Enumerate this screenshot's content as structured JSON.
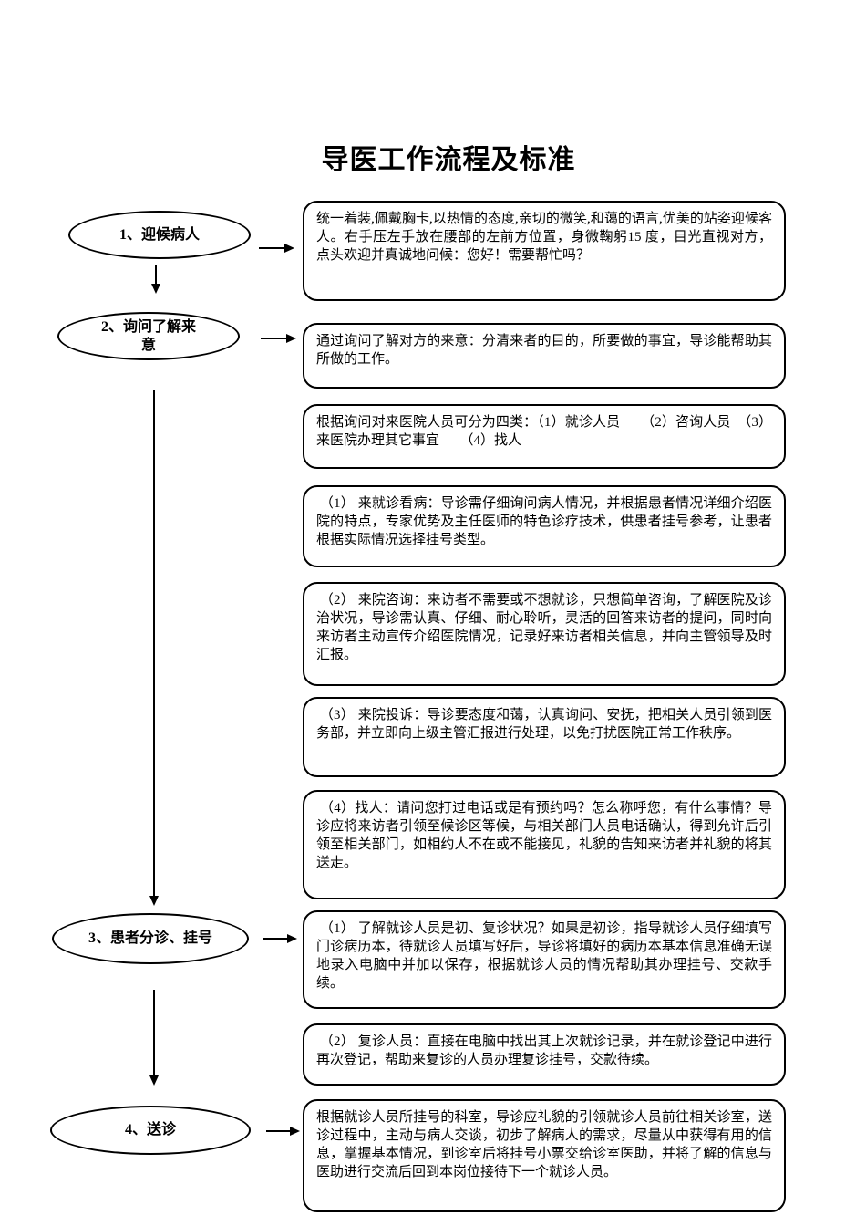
{
  "title": "导医工作流程及标准",
  "colors": {
    "ink": "#000000",
    "paper": "#ffffff"
  },
  "steps": [
    {
      "label": "1、迎候病人"
    },
    {
      "label": "2、询问了解来意"
    },
    {
      "label": "3、患者分诊、挂号"
    },
    {
      "label": "4、送诊"
    }
  ],
  "boxes": [
    {
      "text": "统一着装,佩戴胸卡,以热情的态度,亲切的微笑,和蔼的语言,优美的站姿迎候客人。右手压左手放在腰部的左前方位置，身微鞠躬15 度，目光直视对方， 点头欢迎并真诚地问候：您好！需要帮忙吗？"
    },
    {
      "text": "通过询问了解对方的来意：分清来者的目的，所要做的事宜，导诊能帮助其所做的工作。"
    },
    {
      "text": "根据询问对来医院人员可分为四类：（1）就诊人员　　（2）咨询人员　（3）来医院办理其它事宜　　（4）找人"
    },
    {
      "text": " （1） 来就诊看病：导诊需仔细询问病人情况，并根据患者情况详细介绍医院的特点，专家优势及主任医师的特色诊疗技术，供患者挂号参考，让患者根据实际情况选择挂号类型。"
    },
    {
      "text": " （2） 来院咨询：来访者不需要或不想就诊，只想简单咨询，了解医院及诊治状况，导诊需认真、仔细、耐心聆听，灵活的回答来访者的提问，同时向来访者主动宣传介绍医院情况，记录好来访者相关信息，并向主管领导及时汇报。"
    },
    {
      "text": " （3） 来院投诉：导诊要态度和蔼，认真询问、安抚，把相关人员引领到医务部，并立即向上级主管汇报进行处理，以免打扰医院正常工作秩序。"
    },
    {
      "text": " （4）找人：请问您打过电话或是有预约吗？怎么称呼您，有什么事情？导诊应将来访者引领至候诊区等候，与相关部门人员电话确认，得到允许后引领至相关部门，如相约人不在或不能接见，礼貌的告知来访者并礼貌的将其送走。"
    },
    {
      "text": " （1） 了解就诊人员是初、复诊状况？如果是初诊，指导就诊人员仔细填写门诊病历本，待就诊人员填写好后，导诊将填好的病历本基本信息准确无误地录入电脑中并加以保存，根据就诊人员的情况帮助其办理挂号、交款手续。"
    },
    {
      "text": " （2） 复诊人员：直接在电脑中找出其上次就诊记录，并在就诊登记中进行再次登记，帮助来复诊的人员办理复诊挂号，交款待续。"
    },
    {
      "text": "根据就诊人员所挂号的科室，导诊应礼貌的引领就诊人员前往相关诊室，送诊过程中，主动与病人交谈，初步了解病人的需求，尽量从中获得有用的信息，掌握基本情况，到诊室后将挂号小票交给诊室医助，并将了解的信息与医助进行交流后回到本岗位接待下一个就诊人员。"
    }
  ]
}
